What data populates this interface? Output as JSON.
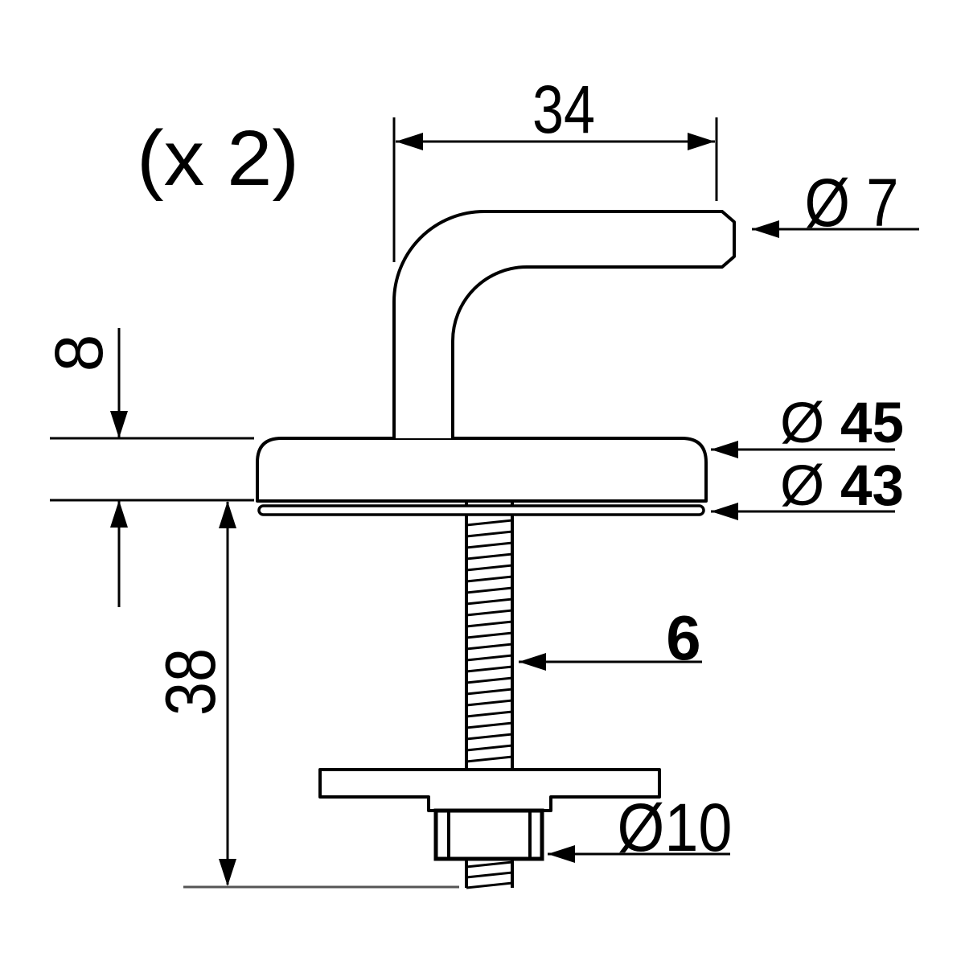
{
  "figure": {
    "notes": {
      "quantity": "(x 2)"
    },
    "dimensions": {
      "hook_arm_length": {
        "label": "34"
      },
      "hook_arm_diameter": {
        "label": "Ø 7"
      },
      "cap_height": {
        "label": "8"
      },
      "cap_diameter": {
        "symbol": "Ø",
        "value": "45"
      },
      "washer_diameter": {
        "symbol": "Ø",
        "value": "43"
      },
      "bolt_length": {
        "label": "38"
      },
      "thread_diameter": {
        "label": "6"
      },
      "nut_diameter": {
        "label": "Ø10"
      }
    },
    "colors": {
      "line": "#000000",
      "background": "#ffffff",
      "ground_line": "#555555"
    }
  }
}
